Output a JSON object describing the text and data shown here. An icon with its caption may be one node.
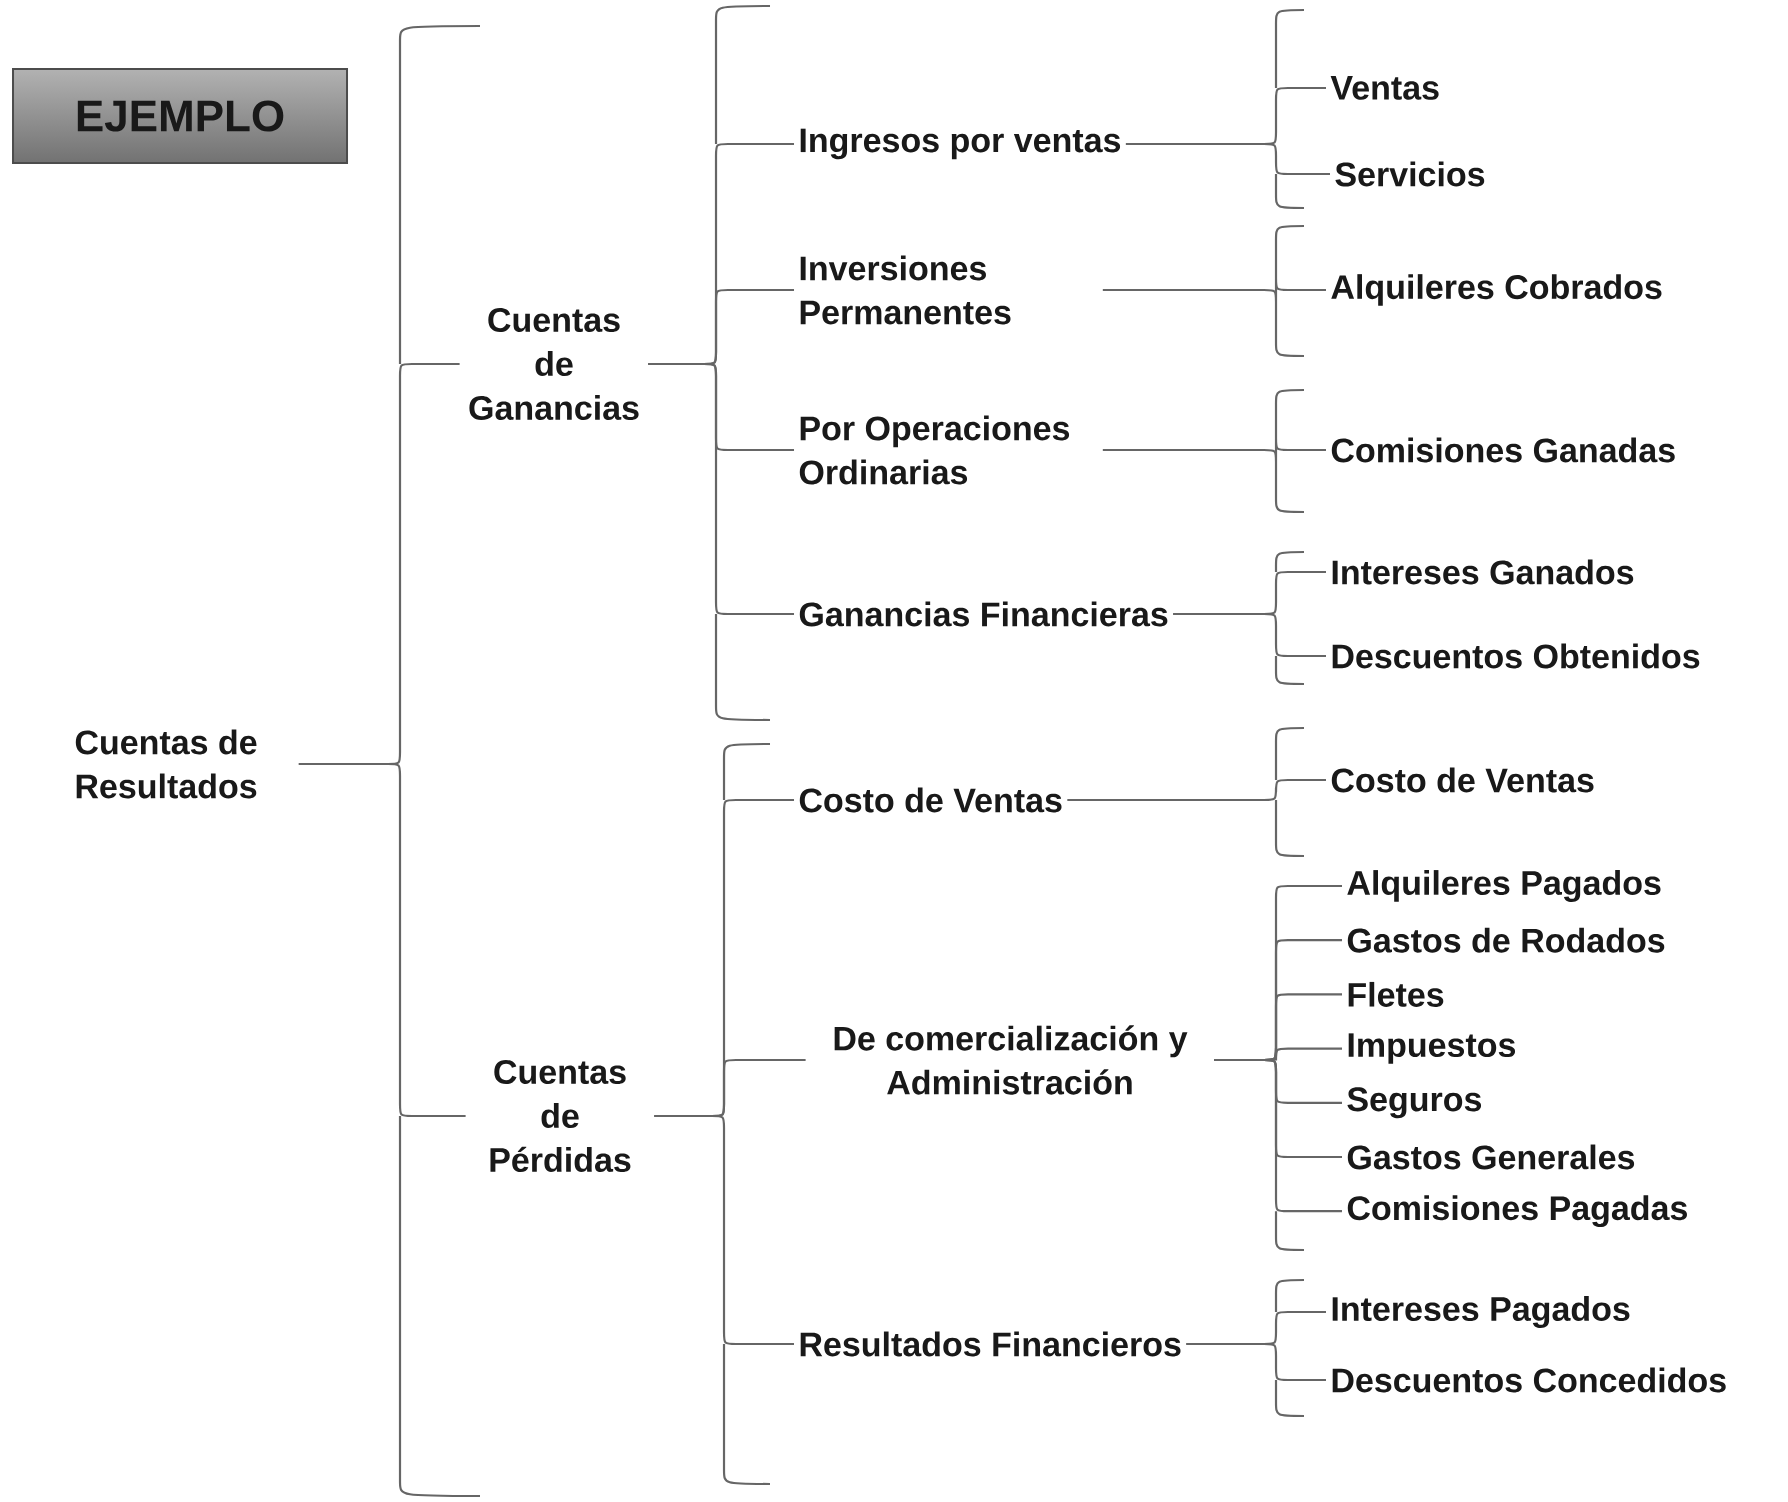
{
  "diagram": {
    "nodes": [
      {
        "text": [
          "EJEMPLO"
        ]
      },
      {
        "text": [
          "Cuentas de Resultados"
        ]
      },
      {
        "text": [
          "Cuentas de Ganancias"
        ]
      },
      {
        "text": [
          "Cuentas de Pérdidas"
        ]
      },
      {
        "text": [
          "Ingresos por ventas"
        ]
      },
      {
        "text": [
          "Inversiones Permanentes"
        ]
      },
      {
        "text": [
          "Por Operaciones Ordinarias"
        ]
      },
      {
        "text": [
          "Ganancias Financieras"
        ]
      },
      {
        "text": [
          "Ventas"
        ]
      },
      {
        "text": [
          "Servicios"
        ]
      },
      {
        "text": [
          "Alquileres Cobrados"
        ]
      },
      {
        "text": [
          "Comisiones Ganadas"
        ]
      },
      {
        "text": [
          "Intereses Ganados"
        ]
      },
      {
        "text": [
          "Descuentos Obtenidos"
        ]
      },
      {
        "text": [
          "Costo de Ventas"
        ]
      },
      {
        "text": [
          "De comercialización y Administración"
        ]
      },
      {
        "text": [
          "Resultados Financieros"
        ]
      },
      {
        "text": [
          "Costo de Ventas"
        ]
      },
      {
        "text": [
          "Alquileres Pagados"
        ]
      },
      {
        "text": [
          "Gastos de Rodados"
        ]
      },
      {
        "text": [
          "Fletes"
        ]
      },
      {
        "text": [
          "Impuestos"
        ]
      },
      {
        "text": [
          "Seguros"
        ]
      },
      {
        "text": [
          "Gastos Generales"
        ]
      },
      {
        "text": [
          "Comisiones Pagadas"
        ]
      },
      {
        "text": [
          "Intereses Pagados"
        ]
      },
      {
        "text": [
          "Descuentos Concedidos"
        ]
      }
    ],
    "edges": [
      {
        "from": 1,
        "to": 2,
        "arrow": "none"
      },
      {
        "from": 1,
        "to": 3,
        "arrow": "none"
      },
      {
        "from": 2,
        "to": 4,
        "arrow": "none"
      },
      {
        "from": 2,
        "to": 5,
        "arrow": "none"
      },
      {
        "from": 2,
        "to": 6,
        "arrow": "none"
      },
      {
        "from": 2,
        "to": 7,
        "arrow": "none"
      },
      {
        "from": 3,
        "to": 14,
        "arrow": "none"
      },
      {
        "from": 3,
        "to": 15,
        "arrow": "none"
      },
      {
        "from": 3,
        "to": 16,
        "arrow": "none"
      },
      {
        "from": 4,
        "to": 8,
        "arrow": "none"
      },
      {
        "from": 4,
        "to": 9,
        "arrow": "none"
      },
      {
        "from": 5,
        "to": 10,
        "arrow": "none"
      },
      {
        "from": 6,
        "to": 11,
        "arrow": "none"
      },
      {
        "from": 7,
        "to": 12,
        "arrow": "none"
      },
      {
        "from": 7,
        "to": 13,
        "arrow": "none"
      },
      {
        "from": 14,
        "to": 17,
        "arrow": "none"
      },
      {
        "from": 15,
        "to": 18,
        "arrow": "none"
      },
      {
        "from": 15,
        "to": 19,
        "arrow": "none"
      },
      {
        "from": 15,
        "to": 20,
        "arrow": "none"
      },
      {
        "from": 15,
        "to": 21,
        "arrow": "none"
      },
      {
        "from": 15,
        "to": 22,
        "arrow": "none"
      },
      {
        "from": 15,
        "to": 23,
        "arrow": "none"
      },
      {
        "from": 15,
        "to": 24,
        "arrow": "none"
      },
      {
        "from": 16,
        "to": 25,
        "arrow": "none"
      },
      {
        "from": 16,
        "to": 26,
        "arrow": "none"
      }
    ]
  }
}
